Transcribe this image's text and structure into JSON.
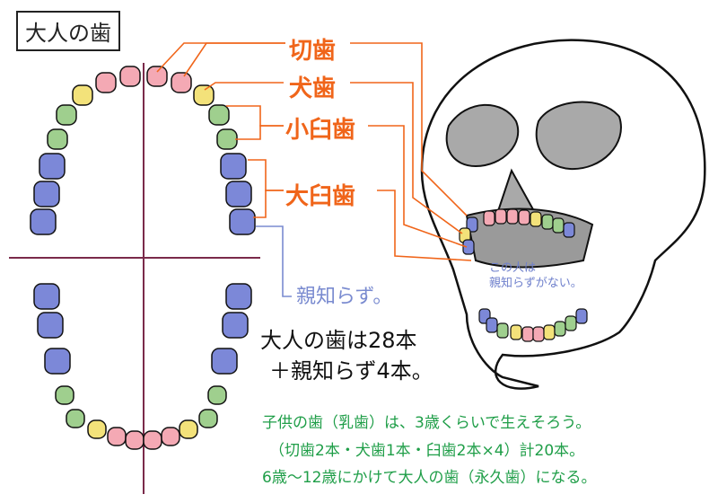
{
  "title": "大人の歯",
  "labels": {
    "incisor": "切歯",
    "canine": "犬歯",
    "premolar": "小臼歯",
    "molar": "大臼歯",
    "wisdom": "親知らず。"
  },
  "skull_note": [
    "この人は",
    "親知らずがない。"
  ],
  "adult_text": [
    "大人の歯は28本",
    "＋親知らず4本。"
  ],
  "child_text": [
    "子供の歯（乳歯）は、3歳くらいで生えそろう。",
    "（切歯2本・犬歯1本・臼歯2本×4）計20本。",
    "6歳〜12歳にかけて大人の歯（永久歯）になる。"
  ],
  "colors": {
    "incisor": "#f4a9b4",
    "canine": "#f3e27a",
    "premolar": "#9fcf8e",
    "molar": "#7c88d8",
    "label_orange": "#f0651a",
    "wisdom_blue": "#7a8bd0",
    "note_green": "#1f9e48",
    "axis": "#7a2a4a"
  }
}
